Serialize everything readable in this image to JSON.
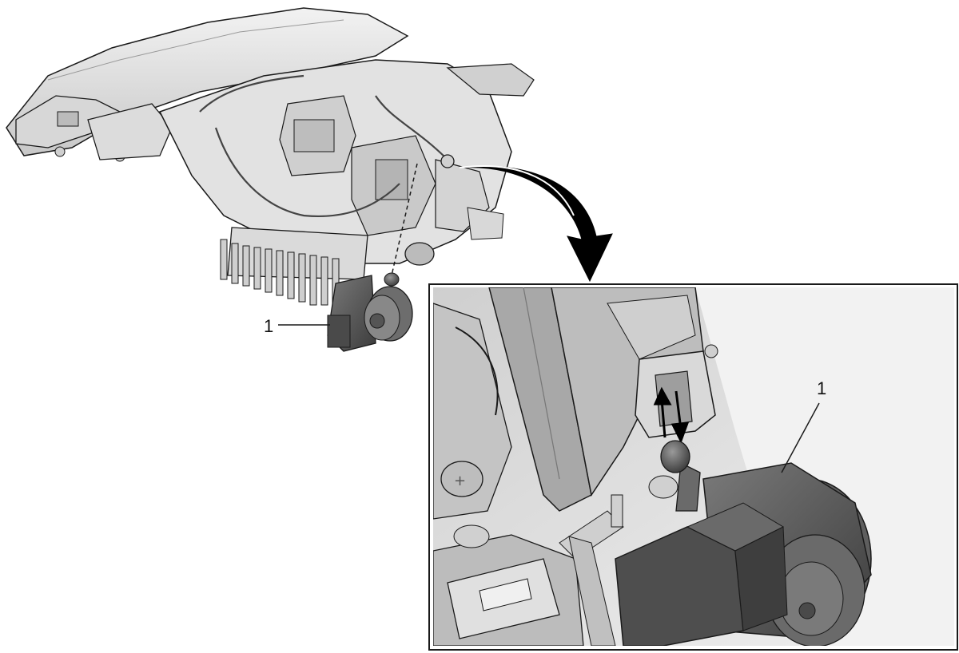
{
  "diagram": {
    "overview": {
      "callout": {
        "label": "1",
        "part": "headlamp-leveling-actuator"
      }
    },
    "detail_view": {
      "callout": {
        "label": "1",
        "part": "headlamp-leveling-actuator"
      }
    },
    "arrow": {
      "from": "overview",
      "to": "detail_view"
    },
    "colors": {
      "outline": "#1a1a1a",
      "housing_light": "#e6e6e6",
      "housing_mid": "#bdbdbd",
      "part_dark": "#5a5a5a",
      "detail_bg": "#d9d9d9"
    }
  }
}
